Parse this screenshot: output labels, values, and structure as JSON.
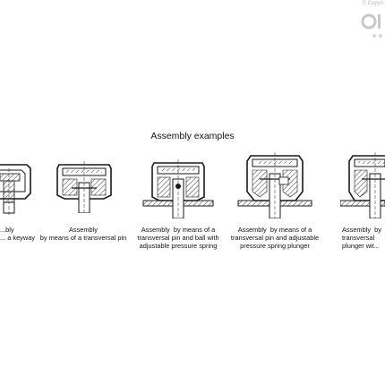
{
  "watermark": {
    "copyright_text": "© Copyri",
    "brand_icon": "elesa-logo-icon"
  },
  "title": "Assembly examples",
  "examples": [
    {
      "caption": "...bly\n... a keyway"
    },
    {
      "caption": "Assembly\nby means of a transversal pin"
    },
    {
      "caption": "Assembly  by means of a\ntransversal pin and ball with\nadjustable pressure spring"
    },
    {
      "caption": "Assembly  by means of a\ntransversal pin and adjustable\npressure spring plunger"
    },
    {
      "caption": "Assembly  by\ntransversal\nplunger wit..."
    }
  ],
  "colors": {
    "line": "#1a1a1a",
    "hatch": "#3a3a3a",
    "watermark": "#c8c8c8"
  }
}
